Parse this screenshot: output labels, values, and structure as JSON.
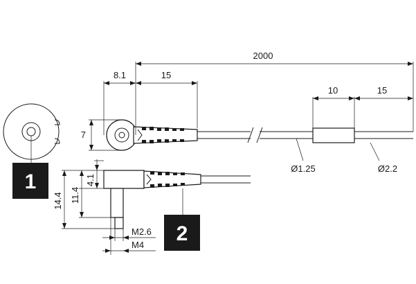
{
  "dimensions": {
    "total_length": "2000",
    "head_offset": "8.1",
    "strain_relief_length": "15",
    "sleeve_length": "10",
    "tip_length": "15",
    "head_height": "7",
    "cable_diameter": "Ø1.25",
    "sleeve_diameter": "Ø2.2",
    "side_height_small": "4.1",
    "side_height_mid": "11.4",
    "side_height_total": "14.4",
    "thread_small": "M2.6",
    "thread_large": "M4"
  },
  "callouts": {
    "front_view": "1",
    "side_view": "2"
  }
}
